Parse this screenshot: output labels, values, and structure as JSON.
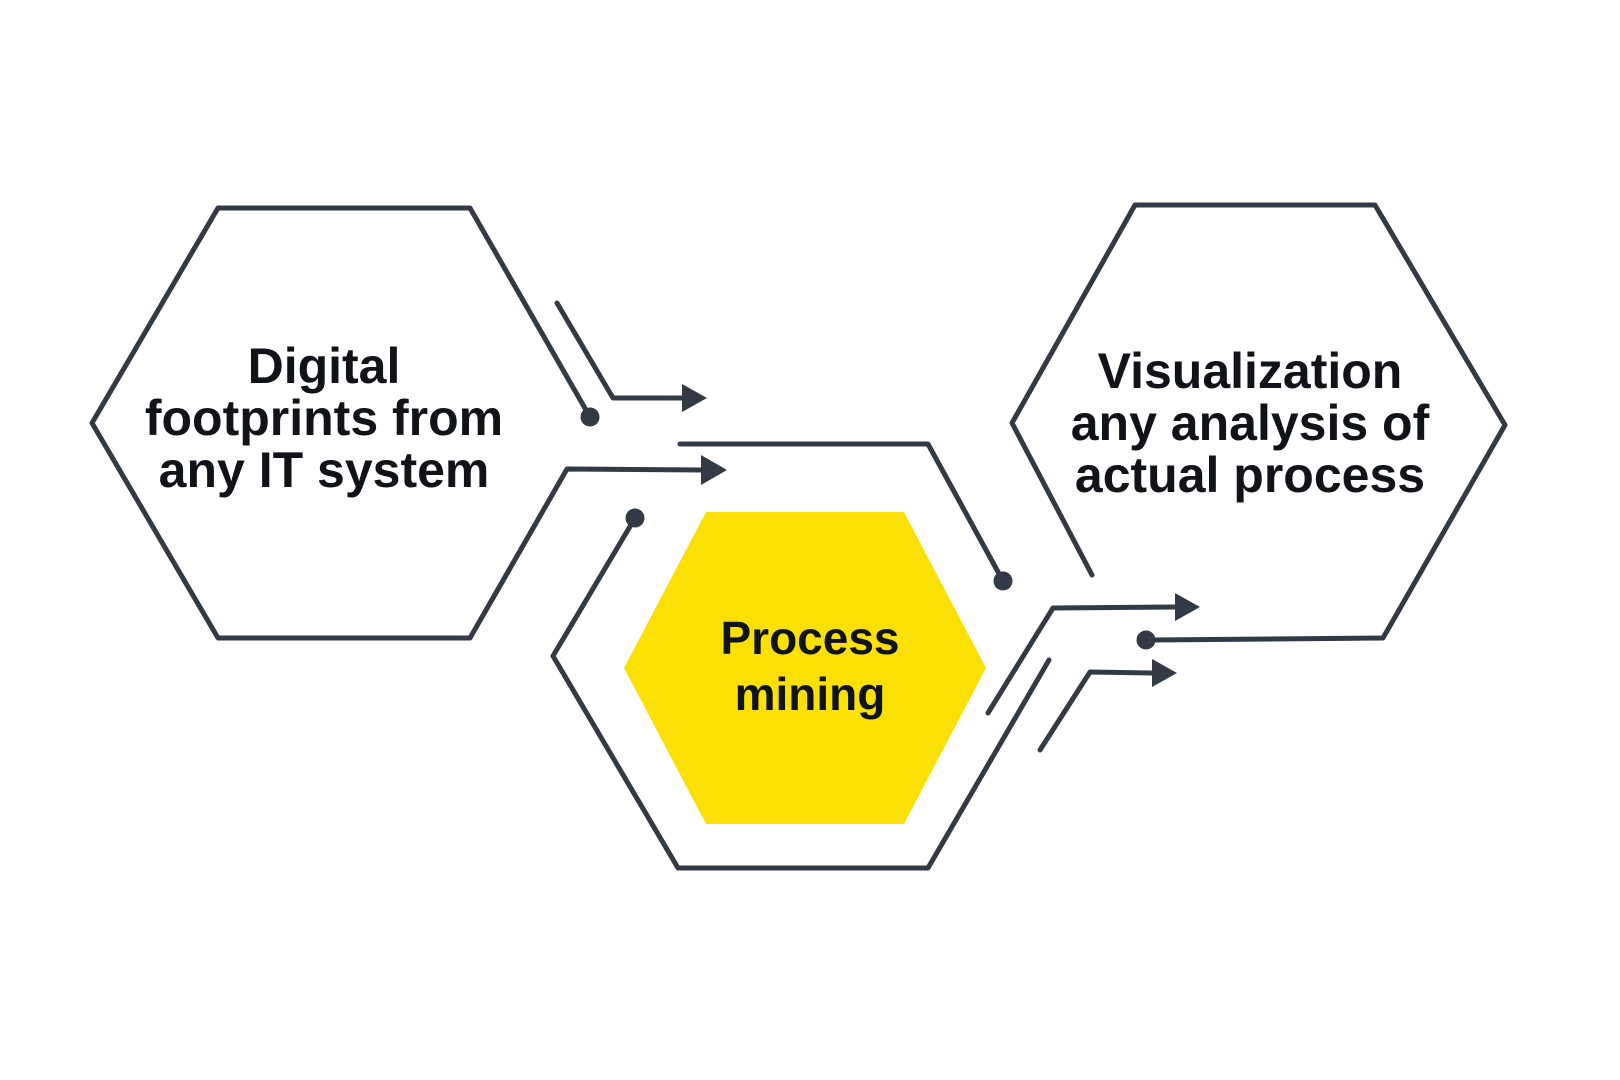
{
  "colors": {
    "background": "#FFFFFF",
    "line": "#323A46",
    "accent_yellow": "#FBE006",
    "text": "#101318"
  },
  "nodes": {
    "left": {
      "label_lines": [
        "Digital",
        "footprints from",
        "any IT system"
      ]
    },
    "center": {
      "label_lines": [
        "Process",
        "mining"
      ]
    },
    "right": {
      "label_lines": [
        "Visualization",
        "any analysis of",
        "actual process"
      ]
    }
  },
  "icons": {
    "arrowhead": "right-pointing-triangle",
    "junction_dot": "filled-circle"
  }
}
